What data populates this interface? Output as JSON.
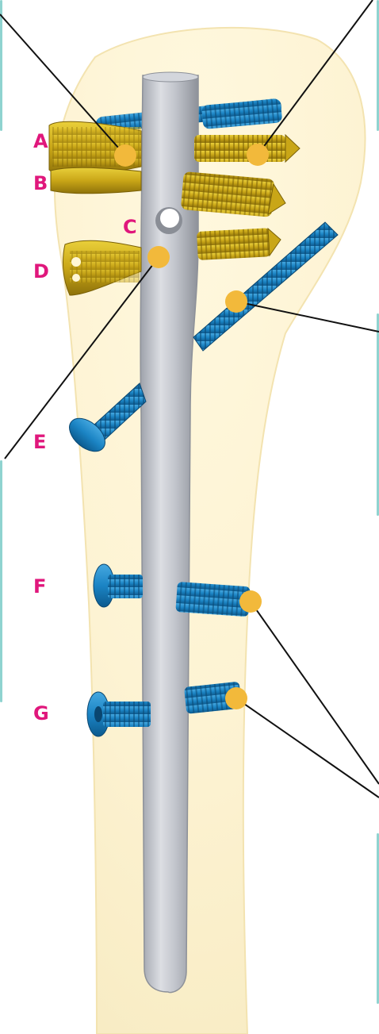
{
  "labels": {
    "A": "A",
    "B": "B",
    "C": "C",
    "D": "D",
    "E": "E",
    "F": "F",
    "G": "G"
  },
  "colors": {
    "label": "#e0177c",
    "marker": "#f2b93b",
    "bone": "#fcf4d8",
    "nail": "#b9bcc4",
    "gold_screw": "#c9a617",
    "blue_screw": "#1b84c4",
    "panel_edge": "#8fd3d0",
    "leader_line": "#111111"
  },
  "icons": {
    "bone": "proximal-humerus-bone",
    "nail": "intramedullary-nail",
    "gold_screws": "locking-screw-gold",
    "blue_screws": "locking-screw-blue",
    "markers": "callout-dot"
  }
}
